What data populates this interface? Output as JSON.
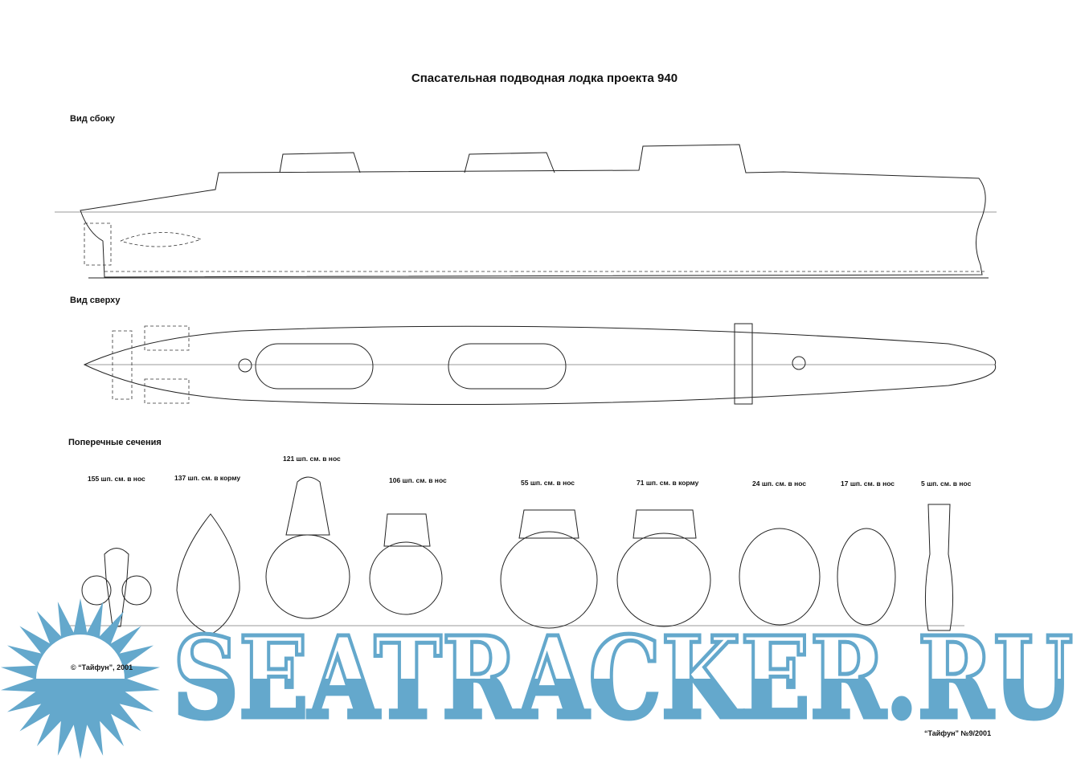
{
  "title": "Спасательная подводная лодка проекта 940",
  "views": {
    "side": "Вид сбоку",
    "top": "Вид сверху",
    "sections": "Поперечные сечения"
  },
  "section_labels": [
    "155 шп. см. в нос",
    "137 шп. см. в корму",
    "121 шп. см. в нос",
    "106 шп. см. в нос",
    "55 шп. см. в нос",
    "71 шп. см. в корму",
    "24 шп. см. в нос",
    "17 шп. см. в нос",
    "5 шп. см. в нос"
  ],
  "copyright": "© “Тайфун”, 2001",
  "issue": "“Тайфун” №9/2001",
  "watermark": {
    "text": "SEATRACKER.RU",
    "color": "#64a8cc"
  }
}
